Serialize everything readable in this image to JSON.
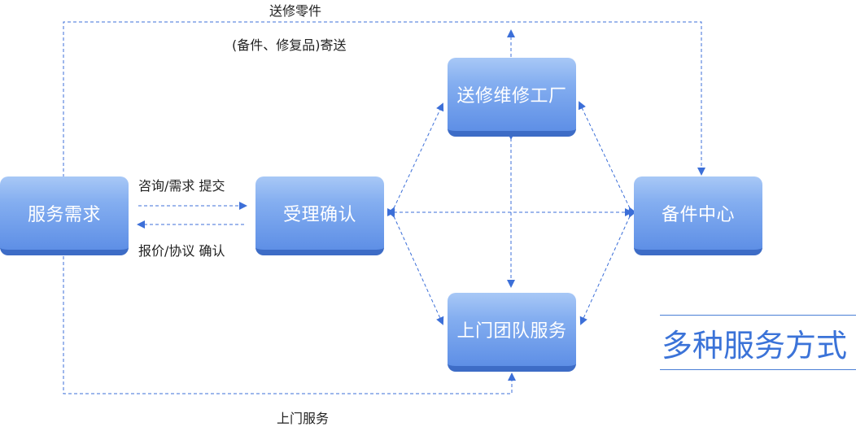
{
  "nodes": {
    "service_demand": "服务需求",
    "accept_confirm": "受理确认",
    "repair_factory": "送修维修工厂",
    "parts_center": "备件中心",
    "onsite_team": "上门团队服务"
  },
  "labels": {
    "send_parts": "送修零件",
    "mail_parts": "(备件、修复品)寄送",
    "consult": "咨询/需求 提交",
    "quote": "报价/协议 确认",
    "onsite_service": "上门服务"
  },
  "title": "多种服务方式",
  "colors": {
    "arrow": "#3c6fd8",
    "node_top": "#a8c8f6",
    "node_bottom": "#5e8fe6",
    "title": "#3b73d8"
  }
}
